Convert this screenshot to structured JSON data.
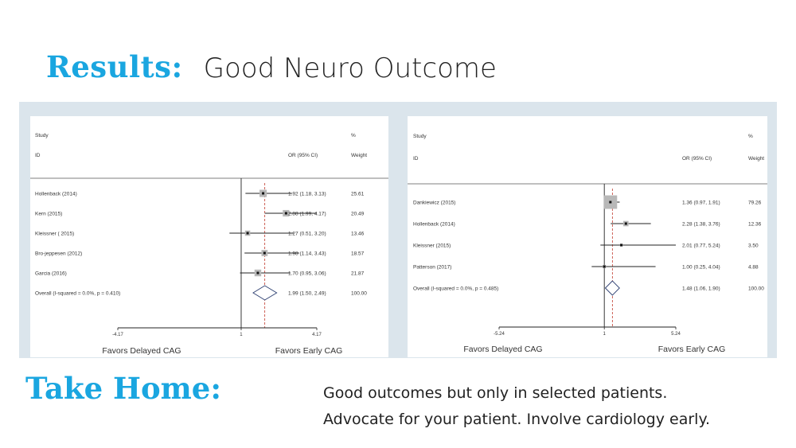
{
  "slide": {
    "heading_accent": "Results:",
    "heading_text": "Good Neuro Outcome",
    "take_home_label": "Take Home:",
    "messages": [
      "Good outcomes but only in selected patients.",
      "Advocate for your patient. Involve cardiology early."
    ]
  },
  "colors": {
    "accent": "#1aa6e0",
    "text": "#222222",
    "panel": "#dbe5ec"
  },
  "chart_data": [
    {
      "type": "forest",
      "header_study": "Study",
      "header_id": "ID",
      "header_or": "OR (95% CI)",
      "header_pct": "%",
      "header_weight": "Weight",
      "xlim": [
        -4.17,
        4.17
      ],
      "xticks": [
        "-4.17",
        "1",
        "4.17"
      ],
      "favors_left": "Favors Delayed CAG",
      "favors_right": "Favors Early CAG",
      "studies": [
        {
          "name": "Hollenback (2014)",
          "or": 1.92,
          "lo": 1.18,
          "hi": 3.13,
          "or_text": "1.92 (1.18, 3.13)",
          "weight": "25.61"
        },
        {
          "name": "Kern (2015)",
          "or": 2.88,
          "lo": 1.99,
          "hi": 4.17,
          "or_text": "2.88 (1.99, 4.17)",
          "weight": "20.49"
        },
        {
          "name": "Kleissner ( 2015)",
          "or": 1.27,
          "lo": 0.51,
          "hi": 3.2,
          "or_text": "1.27 (0.51, 3.20)",
          "weight": "13.46"
        },
        {
          "name": "Bro-jeppesen (2012)",
          "or": 1.98,
          "lo": 1.14,
          "hi": 3.43,
          "or_text": "1.98 (1.14, 3.43)",
          "weight": "18.57"
        },
        {
          "name": "Garcia (2016)",
          "or": 1.7,
          "lo": 0.95,
          "hi": 3.06,
          "or_text": "1.70 (0.95, 3.06)",
          "weight": "21.87"
        }
      ],
      "overall": {
        "name": "Overall  (I-squared = 0.0%, p = 0.410)",
        "or": 1.99,
        "lo": 1.5,
        "hi": 2.49,
        "or_text": "1.99 (1.50, 2.49)",
        "weight": "100.00"
      }
    },
    {
      "type": "forest",
      "header_study": "Study",
      "header_id": "ID",
      "header_or": "OR (95% CI)",
      "header_pct": "%",
      "header_weight": "Weight",
      "xlim": [
        -5.24,
        5.24
      ],
      "xticks": [
        "-5.24",
        "1",
        "5.24"
      ],
      "favors_left": "Favors Delayed CAG",
      "favors_right": "Favors Early CAG",
      "studies": [
        {
          "name": "Dankiewicz (2015)",
          "or": 1.36,
          "lo": 0.97,
          "hi": 1.91,
          "or_text": "1.36 (0.97, 1.91)",
          "weight": "79.26"
        },
        {
          "name": "Hollenback (2014)",
          "or": 2.28,
          "lo": 1.38,
          "hi": 3.76,
          "or_text": "2.28 (1.38, 3.76)",
          "weight": "12.36"
        },
        {
          "name": "Kleissner (2015)",
          "or": 2.01,
          "lo": 0.77,
          "hi": 5.24,
          "or_text": "2.01 (0.77, 5.24)",
          "weight": "3.50"
        },
        {
          "name": "Patterson (2017)",
          "or": 1.0,
          "lo": 0.25,
          "hi": 4.04,
          "or_text": "1.00 (0.25, 4.04)",
          "weight": "4.88"
        }
      ],
      "overall": {
        "name": "Overall  (I-squared = 0.0%, p = 0.485)",
        "or": 1.48,
        "lo": 1.06,
        "hi": 1.9,
        "or_text": "1.48 (1.06, 1.90)",
        "weight": "100.00"
      }
    }
  ]
}
